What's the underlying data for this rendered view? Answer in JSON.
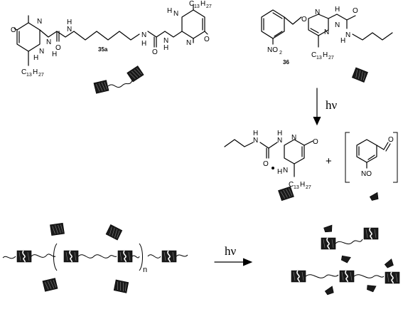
{
  "labels": {
    "compound_35a": "35a",
    "compound_36": "36",
    "tail_formula_main": "C",
    "tail_formula_sub1": "13",
    "tail_formula_h": "H",
    "tail_formula_sub2": "27",
    "nitro_main": "NO",
    "nitro_sub": "2",
    "nitroso": "NO",
    "arrow_label_1": "hν",
    "arrow_label_2": "hν",
    "plus": "+",
    "polymer_repeat": "n"
  },
  "atoms": {
    "N": "N",
    "H": "H",
    "O": "O"
  }
}
